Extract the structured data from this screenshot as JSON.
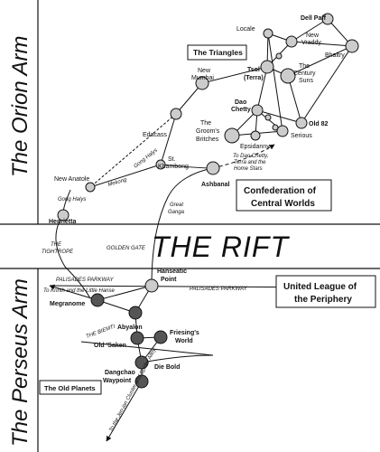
{
  "regions": {
    "orion": "The Orion Arm",
    "perseus": "The Perseus Arm",
    "rift": "THE RIFT"
  },
  "boxes": {
    "triangles": "The Triangles",
    "confederation_line1": "Confederation of",
    "confederation_line2": "Central Worlds",
    "league_line1": "United League of",
    "league_line2": "the Periphery",
    "old_planets": "The Old Planets"
  },
  "systems": {
    "dell_paff": "Dell Paff",
    "locale": "Locale",
    "new_vraddy_1": "New",
    "new_vraddy_2": "Vraddy",
    "bhaitry": "Bhaitry",
    "new_mumbai_1": "New",
    "new_mumbai_2": "Mumbai",
    "tsol_1": "Tsol",
    "tsol_2": "(Terra)",
    "century_1": "The",
    "century_2": "Century",
    "century_3": "Suns",
    "dao_chetty_1": "Dao",
    "dao_chetty_2": "Chetty",
    "old82": "Old 82",
    "grooms_1": "The",
    "grooms_2": "Groom's",
    "grooms_3": "Britches",
    "epsidanny": "Epsidanny",
    "serious": "Serious",
    "edacass": "Edacass",
    "st_khambong_1": "St.",
    "st_khambong_2": "Khambong",
    "new_anatole": "New Anatole",
    "ashbanal": "Ashbanal",
    "henrietta": "Henrietta",
    "hanseatic_1": "Hanseatic",
    "hanseatic_2": "Point",
    "megranome": "Megranome",
    "abyalon": "Abyalon",
    "old_saken": "Old 'Saken",
    "friesings_1": "Friesing's",
    "friesings_2": "World",
    "die_bold": "Die Bold",
    "dangchao_1": "Dangchao",
    "dangchao_2": "Waypoint"
  },
  "routes": {
    "gong_halys_upper": "Gong Halys",
    "gong_halys_lower": "Gong Halys",
    "mekong": "Mekong",
    "great_ganga_1": "Great",
    "great_ganga_2": "Ganga",
    "to_dao_1": "To Dao Chetty,",
    "to_dao_2": "Terra and the",
    "to_dao_3": "Home Stars",
    "tightrope_1": "THE",
    "tightrope_2": "TIGHTROPE",
    "golden_gate": "GOLDEN GATE",
    "palisades_left": "PALISADES PARKWAY",
    "palisades_right": "PALISADES PARKWAY",
    "to_krinth": "To Krinth and the Little Hanse",
    "biemti": "THE BIEMTI",
    "jen_jan": "To the Jen-jan Cluster and Spider Alley"
  }
}
